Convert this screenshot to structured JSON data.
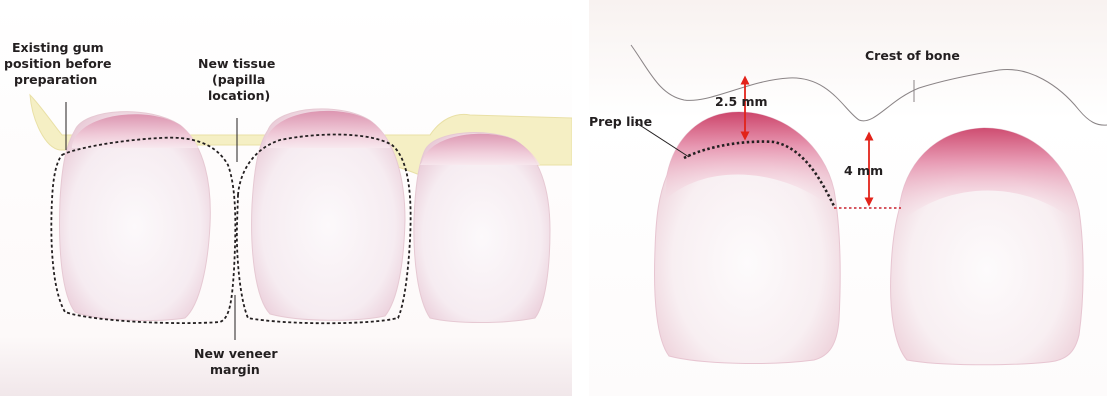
{
  "left_figure": {
    "labels": {
      "gum_line1": "Existing gum",
      "gum_line2": "position before",
      "gum_line3": "preparation",
      "tissue_line1": "New tissue",
      "tissue_line2": "(papilla",
      "tissue_line3": "location)",
      "margin_line1": "New veneer",
      "margin_line2": "margin"
    }
  },
  "right_figure": {
    "labels": {
      "crest": "Crest of bone",
      "prep": "Prep line",
      "dim_top": "2.5 mm",
      "dim_side": "4 mm"
    }
  },
  "colors": {
    "gum": "#f5efc4",
    "tooth_pink": "#e8a6bd",
    "tooth_white": "#fbf5f7",
    "arrow_red": "#e2231a",
    "line_dark": "#231f20"
  }
}
